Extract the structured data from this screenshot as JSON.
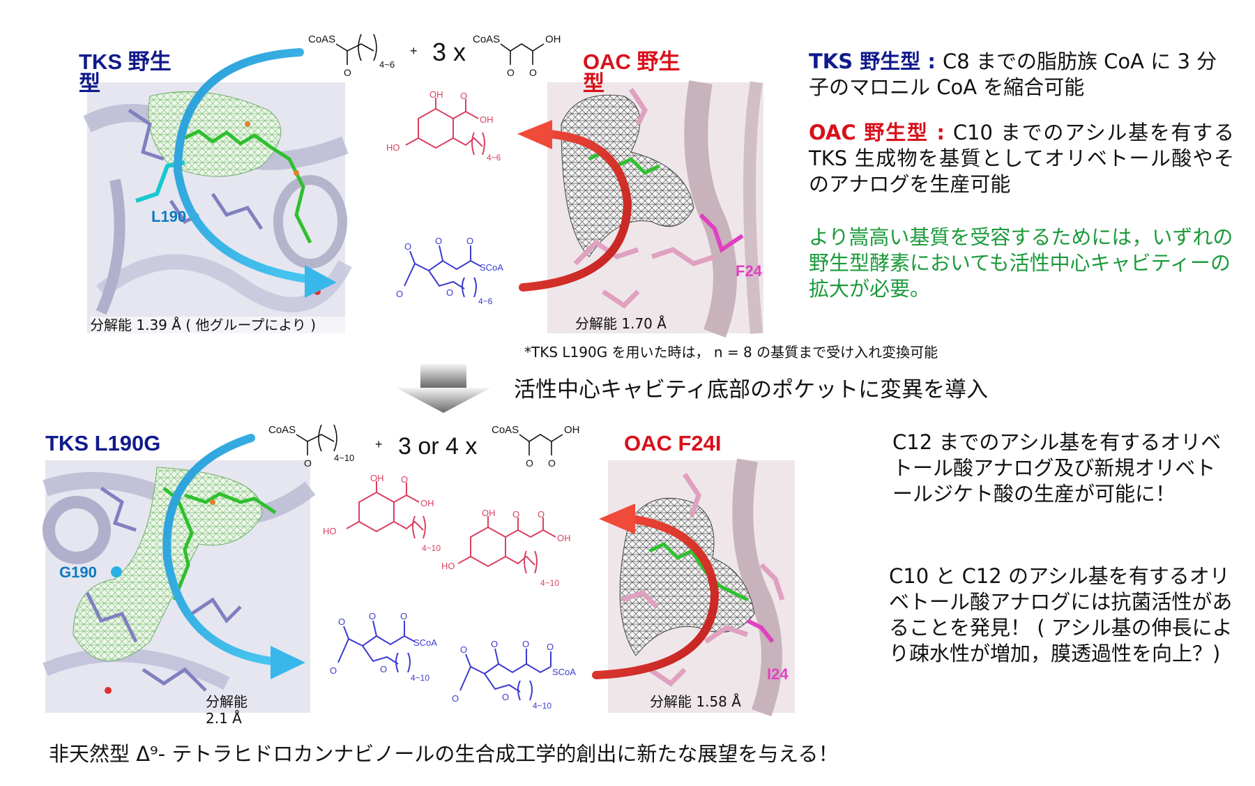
{
  "top": {
    "tks_label": "TKS 野生型",
    "oac_label": "OAC 野生型",
    "tks_residue": "L190",
    "oac_residue": "F24",
    "tks_resolution": "分解能  1.39 Å ( 他グループにより )",
    "oac_resolution": "分解能  1.70 Å",
    "footnote": "*TKS L190G を用いた時は，  n = 8 の基質まで受け入れ変換可能",
    "equation": {
      "reactant1_label": "CoAS",
      "reactant1_sub": "4~6",
      "plus": "+",
      "coeff": "3 x",
      "reactant2_label": "CoAS",
      "reactant2_oh": "OH"
    },
    "products": {
      "oa_sub": "4~6",
      "oa_oh": "OH",
      "oa_ho": "HO",
      "oa_oh2": "OH",
      "tk_sub": "4~6",
      "tk_scoa": "SCoA"
    }
  },
  "arrow_caption": "活性中心キャビティ底部のポケットに変異を導入",
  "bottom": {
    "tks_label": "TKS L190G",
    "oac_label": "OAC F24I",
    "tks_residue": "G190",
    "oac_residue": "I24",
    "tks_resolution": "分解能  2.1 Å",
    "oac_resolution": "分解能  1.58 Å",
    "equation": {
      "reactant1_label": "CoAS",
      "reactant1_sub": "4~10",
      "plus": "+",
      "coeff": "3 or 4 x",
      "reactant2_label": "CoAS",
      "reactant2_oh": "OH"
    },
    "products": {
      "sub": "4~10",
      "oh": "OH",
      "ho": "HO",
      "scoa": "SCoA"
    }
  },
  "right_top": {
    "tks_title": "TKS 野生型",
    "tks_colon": " : ",
    "tks_text": "C8 までの脂肪族 CoA に 3 分子のマロニル CoA を縮合可能",
    "oac_title": "OAC 野生型",
    "oac_colon": " : ",
    "oac_text": "C10 までのアシル基を有する TKS 生成物を基質としてオリベトール酸やそのアナログを生産可能",
    "green_text": "より嵩高い基質を受容するためには，いずれの野生型酵素においても活性中心キャビティーの拡大が必要。"
  },
  "right_bottom": {
    "para1": "C12 までのアシル基を有するオリベトール酸アナログ及び新規オリベトールジケト酸の生産が可能に！",
    "para2": "C10 と C12 のアシル基を有するオリベトール酸アナログには抗菌活性があることを発見！ ( アシル基の伸長により疎水性が増加，膜透過性を向上？)"
  },
  "conclusion": "非天然型 Δ⁹- テトラヒドロカンナビノールの生合成工学的創出に新たな展望を与える！",
  "colors": {
    "tks_blue": "#101a8c",
    "oac_red": "#d8101a",
    "green_text": "#1a9a3a",
    "product_red": "#d94060",
    "product_blue": "#3a3ad0",
    "arrow_cyan": "#2aa8e0",
    "arrow_red": "#e8302a",
    "residue_cyan": "#0a7ac0",
    "residue_magenta": "#e040c0"
  }
}
